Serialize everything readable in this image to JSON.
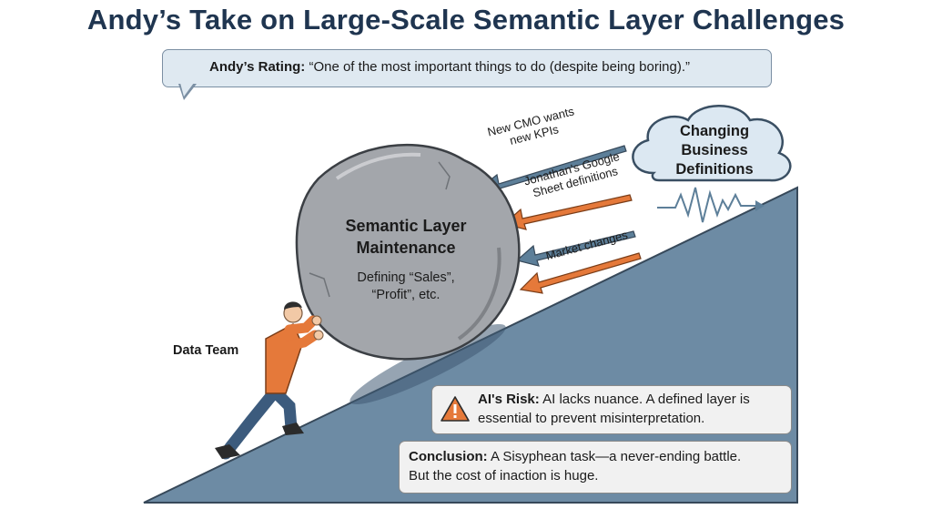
{
  "title": "Andy’s Take on Large-Scale Semantic Layer Challenges",
  "rating": {
    "label": "Andy’s Rating:",
    "text": "“One of the most important things to do (despite being boring).”",
    "icon": "thumbs-up-icon"
  },
  "cloud": {
    "line1": "Changing",
    "line2": "Business",
    "line3": "Definitions"
  },
  "forces": [
    {
      "line1": "New CMO wants",
      "line2": "new KPIs",
      "color": "#5d7f99"
    },
    {
      "line1": "Jonathan's Google",
      "line2": "Sheet definitions",
      "color": "#e5793a"
    },
    {
      "line1": "Market changes",
      "line2": "",
      "color": "#5d7f99"
    },
    {
      "line1": "",
      "line2": "",
      "color": "#e5793a"
    }
  ],
  "boulder": {
    "title_line1": "Semantic Layer",
    "title_line2": "Maintenance",
    "sub_line1": "Defining “Sales”,",
    "sub_line2": "“Profit”, etc."
  },
  "team_label": "Data Team",
  "risk": {
    "label": "AI's Risk:",
    "line1": "AI lacks nuance. A defined layer is",
    "line2": "essential to prevent misinterpretation.",
    "icon": "warning-icon"
  },
  "conclusion": {
    "label": "Conclusion:",
    "line1": "A Sisyphean task—a never-ending battle.",
    "line2": "But the cost of inaction is huge."
  },
  "colors": {
    "title": "#1f3550",
    "slope": "#6d8ba4",
    "accent_orange": "#e5793a",
    "accent_blue": "#5d7f99",
    "boulder": "#a3a6ab"
  }
}
